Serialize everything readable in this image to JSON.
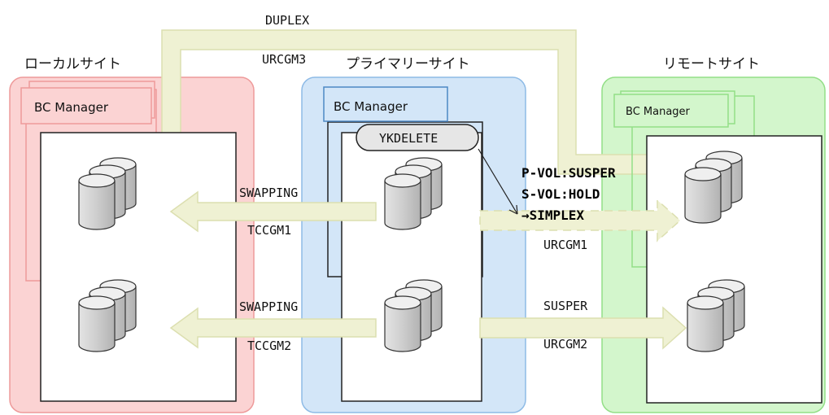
{
  "sites": {
    "local": {
      "title": "ローカルサイト",
      "manager": "BC Manager"
    },
    "primary": {
      "title": "プライマリーサイト",
      "manager": "BC Manager"
    },
    "remote": {
      "title": "リモートサイト",
      "manager": "BC Manager"
    }
  },
  "command": {
    "label": "YKDELETE"
  },
  "links": {
    "urcgm3": {
      "status": "DUPLEX",
      "group": "URCGM3"
    },
    "tccgm1": {
      "status": "SWAPPING",
      "group": "TCCGM1"
    },
    "tccgm2": {
      "status": "SWAPPING",
      "group": "TCCGM2"
    },
    "urcgm1": {
      "status_lines": [
        "P-VOL:SUSPER",
        "S-VOL:HOLD",
        "→SIMPLEX"
      ],
      "group": "URCGM1"
    },
    "urcgm2": {
      "status": "SUSPER",
      "group": "URCGM2"
    }
  },
  "colors": {
    "local_bg": "#fbd3d3",
    "local_border": "#ee9a9a",
    "primary_bg": "#d3e6f8",
    "primary_border": "#8ebbe6",
    "remote_bg": "#d3f6cc",
    "remote_border": "#93df87",
    "arrow_fill": "#eff1d3",
    "arrow_stroke": "#dcdfb0",
    "disk_top": "#f2f2f2",
    "disk_side": "#c9c9c9"
  }
}
